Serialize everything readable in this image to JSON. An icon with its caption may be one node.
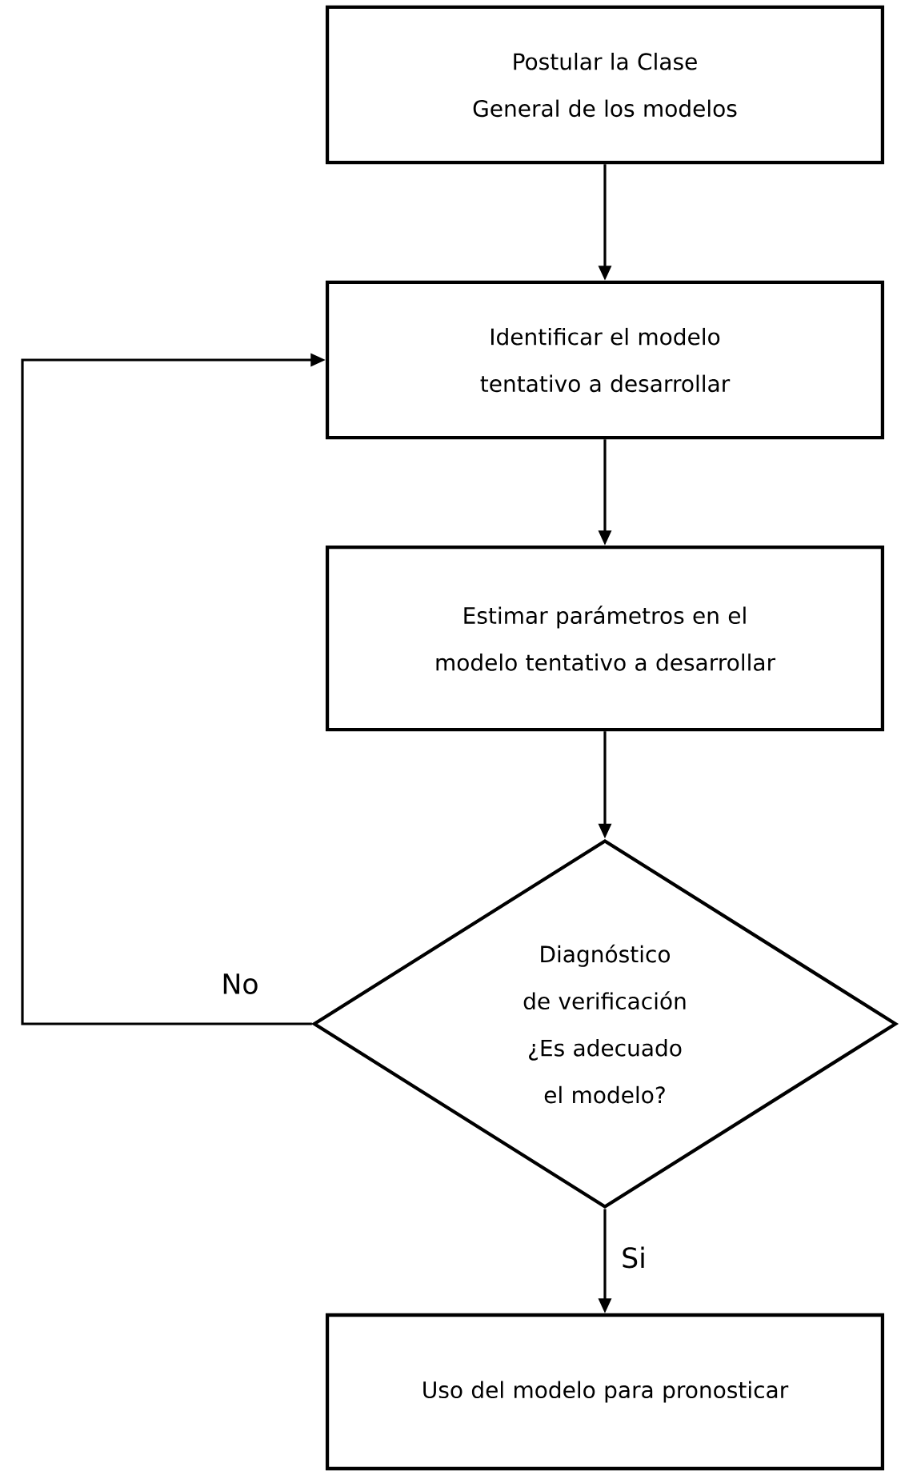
{
  "diagram": {
    "nodes": [
      {
        "text": [
          "Postular la Clase General de los modelos"
        ]
      },
      {
        "text": [
          "Identificar el modelo tentativo a desarrollar"
        ]
      },
      {
        "text": [
          "Estimar parámetros en el modelo tentativo a desarrollar"
        ]
      },
      {
        "text": [
          "Diagnóstico de verificación ¿Es adecuado el modelo?"
        ]
      },
      {
        "text": [
          "Uso del modelo para pronosticar"
        ]
      }
    ],
    "edges": [
      {
        "from": 0,
        "to": 1,
        "arrow": "to"
      },
      {
        "from": 1,
        "to": 2,
        "arrow": "to"
      },
      {
        "from": 2,
        "to": 3,
        "arrow": "to"
      },
      {
        "from": 3,
        "to": 1,
        "arrow": "to",
        "label": "No"
      },
      {
        "from": 3,
        "to": 4,
        "arrow": "to",
        "label": "Si"
      }
    ]
  }
}
